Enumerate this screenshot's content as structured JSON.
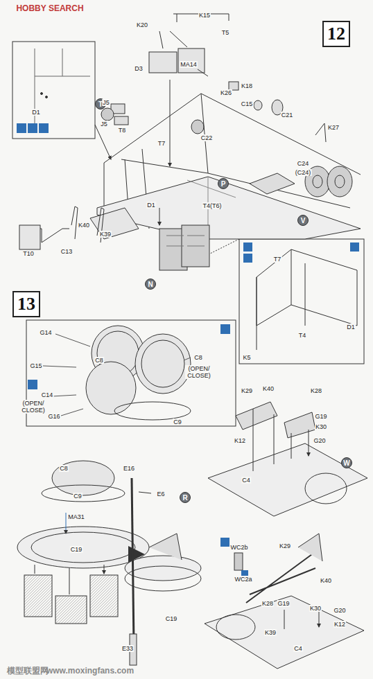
{
  "diagram": {
    "nodes": [
      {
        "text": [
          "12"
        ]
      },
      {
        "text": [
          "13"
        ]
      },
      {
        "text": [
          "T"
        ]
      },
      {
        "text": [
          "P"
        ]
      },
      {
        "text": [
          "V"
        ]
      },
      {
        "text": [
          "N"
        ]
      },
      {
        "text": [
          "R"
        ]
      },
      {
        "text": [
          "W"
        ]
      }
    ],
    "labels": [
      "HOBBY SEARCH",
      "K15",
      "K20",
      "T5",
      "MA14",
      "D3",
      "K18",
      "J5",
      "J5",
      "K26",
      "C15",
      "C21",
      "D1",
      "T8",
      "C22",
      "K27",
      "T7",
      "C24",
      "(C24)",
      "D1",
      "K40",
      "K39",
      "T4(T6)",
      "T10",
      "C13",
      "T7",
      "K5",
      "T4",
      "D1",
      "G14",
      "G15",
      "C8",
      "C14",
      "(OPEN/ CLOSE)",
      "G16",
      "C8",
      "(OPEN/ CLOSE)",
      "C9",
      "C8",
      "C9",
      "MA31",
      "C19",
      "E16",
      "E6",
      "C19",
      "E33",
      "K29",
      "K40",
      "K28",
      "G19",
      "K30",
      "G20",
      "K12",
      "C4",
      "WC2b",
      "K29",
      "K40",
      "WC2a",
      "K28",
      "G19",
      "K30",
      "G20",
      "K39",
      "K12",
      "C4",
      "模型联盟网",
      "www.moxingfans.com"
    ]
  }
}
